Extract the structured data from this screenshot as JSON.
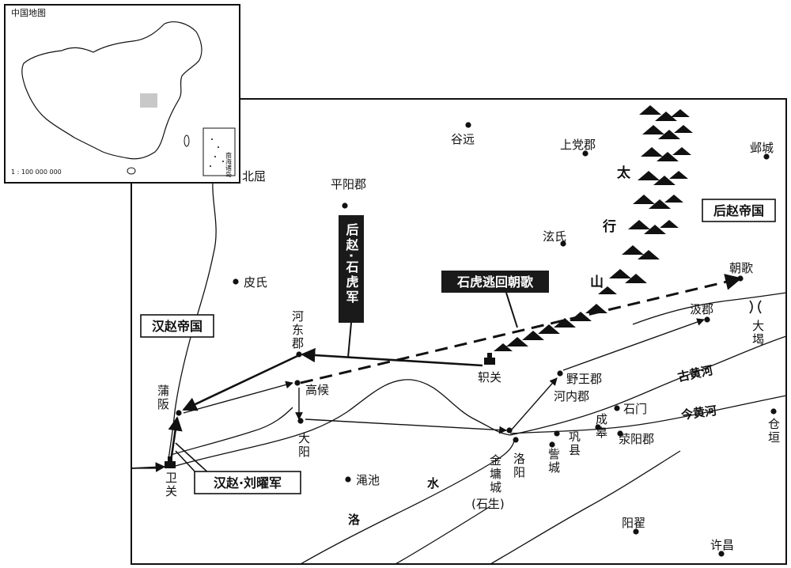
{
  "inset": {
    "title": "中国地图",
    "scale": "1 : 100 000 000",
    "nanhai": "南海诸岛"
  },
  "places": {
    "guyuan": "谷远",
    "shangdang": "上党郡",
    "yecheng": "邺城",
    "beiqu": "北屈",
    "pingyang": "平阳郡",
    "xuanshi": "泫氏",
    "pishi": "皮氏",
    "chaoge": "朝歌",
    "hedong": "河东郡",
    "jiguan": "轵关",
    "jijun": "汲郡",
    "dajie": "大堨",
    "gaohou": "高候",
    "yewang": "野王郡",
    "henei": "河内郡",
    "puban": "蒲阪",
    "dayang": "大阳",
    "shimen": "石门",
    "chenggao": "成皋",
    "xingyang": "荥阳郡",
    "gong": "巩县",
    "cangyuan": "仓垣",
    "jinyong": "金墉城",
    "shisheng": "(石生)",
    "luoyang": "洛阳",
    "zhi": "訾城",
    "mianchi": "渑池",
    "weiguan": "卫关",
    "yangdi": "阳翟",
    "xuchang": "许昌"
  },
  "rivers": {
    "gu_huanghe": "古黄河",
    "jin_huanghe": "今黄河",
    "luo": "洛",
    "shui": "水"
  },
  "mountains": {
    "tai": "太",
    "hang": "行",
    "shan": "山"
  },
  "labels": {
    "later_zhao": "后赵帝国",
    "han_zhao": "汉赵帝国",
    "shihu_army": "后赵·石虎军",
    "shihu_retreat": "石虎逃回朝歌",
    "liuyao_army": "汉赵·刘曜军"
  },
  "colors": {
    "ink": "#111111",
    "inset_region": "#c8c8c8",
    "box_fill": "#1a1a1a"
  }
}
